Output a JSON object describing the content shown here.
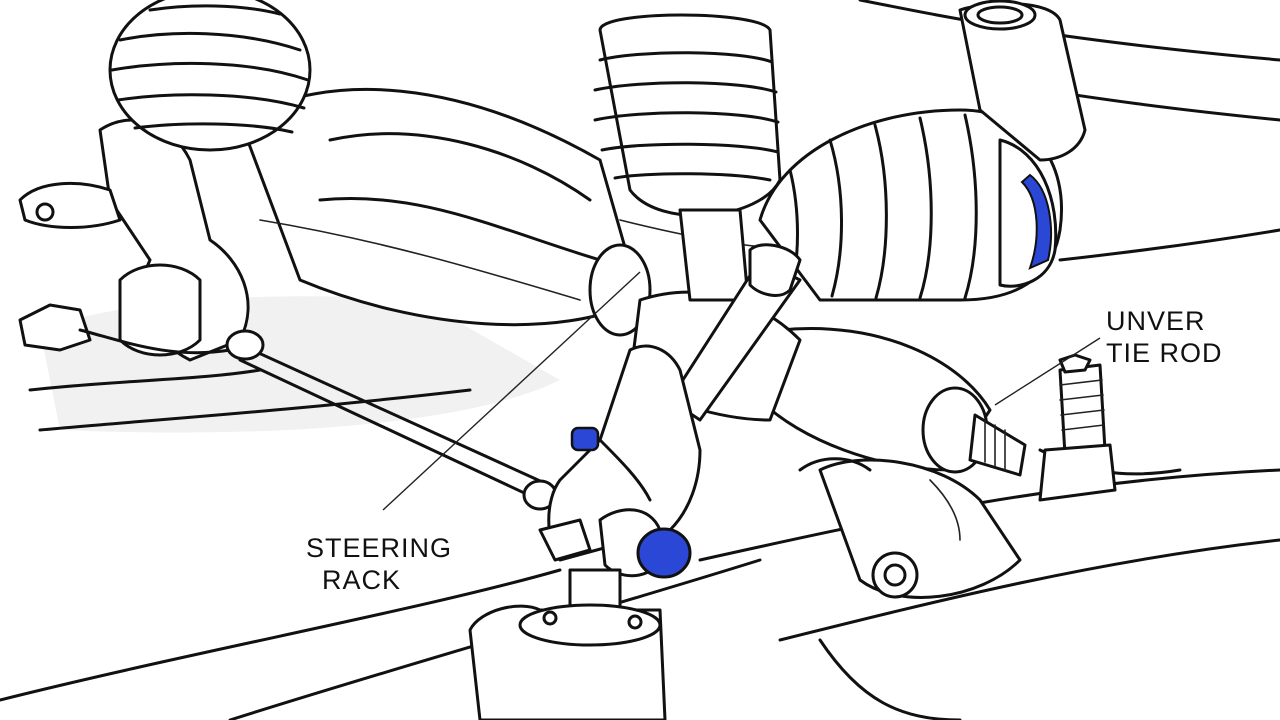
{
  "labels": {
    "steering_rack": [
      "STEERING",
      "RACK"
    ],
    "tie_rod": [
      "UNVER",
      "TIE ROD"
    ]
  },
  "colors": {
    "ink": "#111111",
    "accent_blue": "#2b47d6",
    "background": "#ffffff"
  }
}
